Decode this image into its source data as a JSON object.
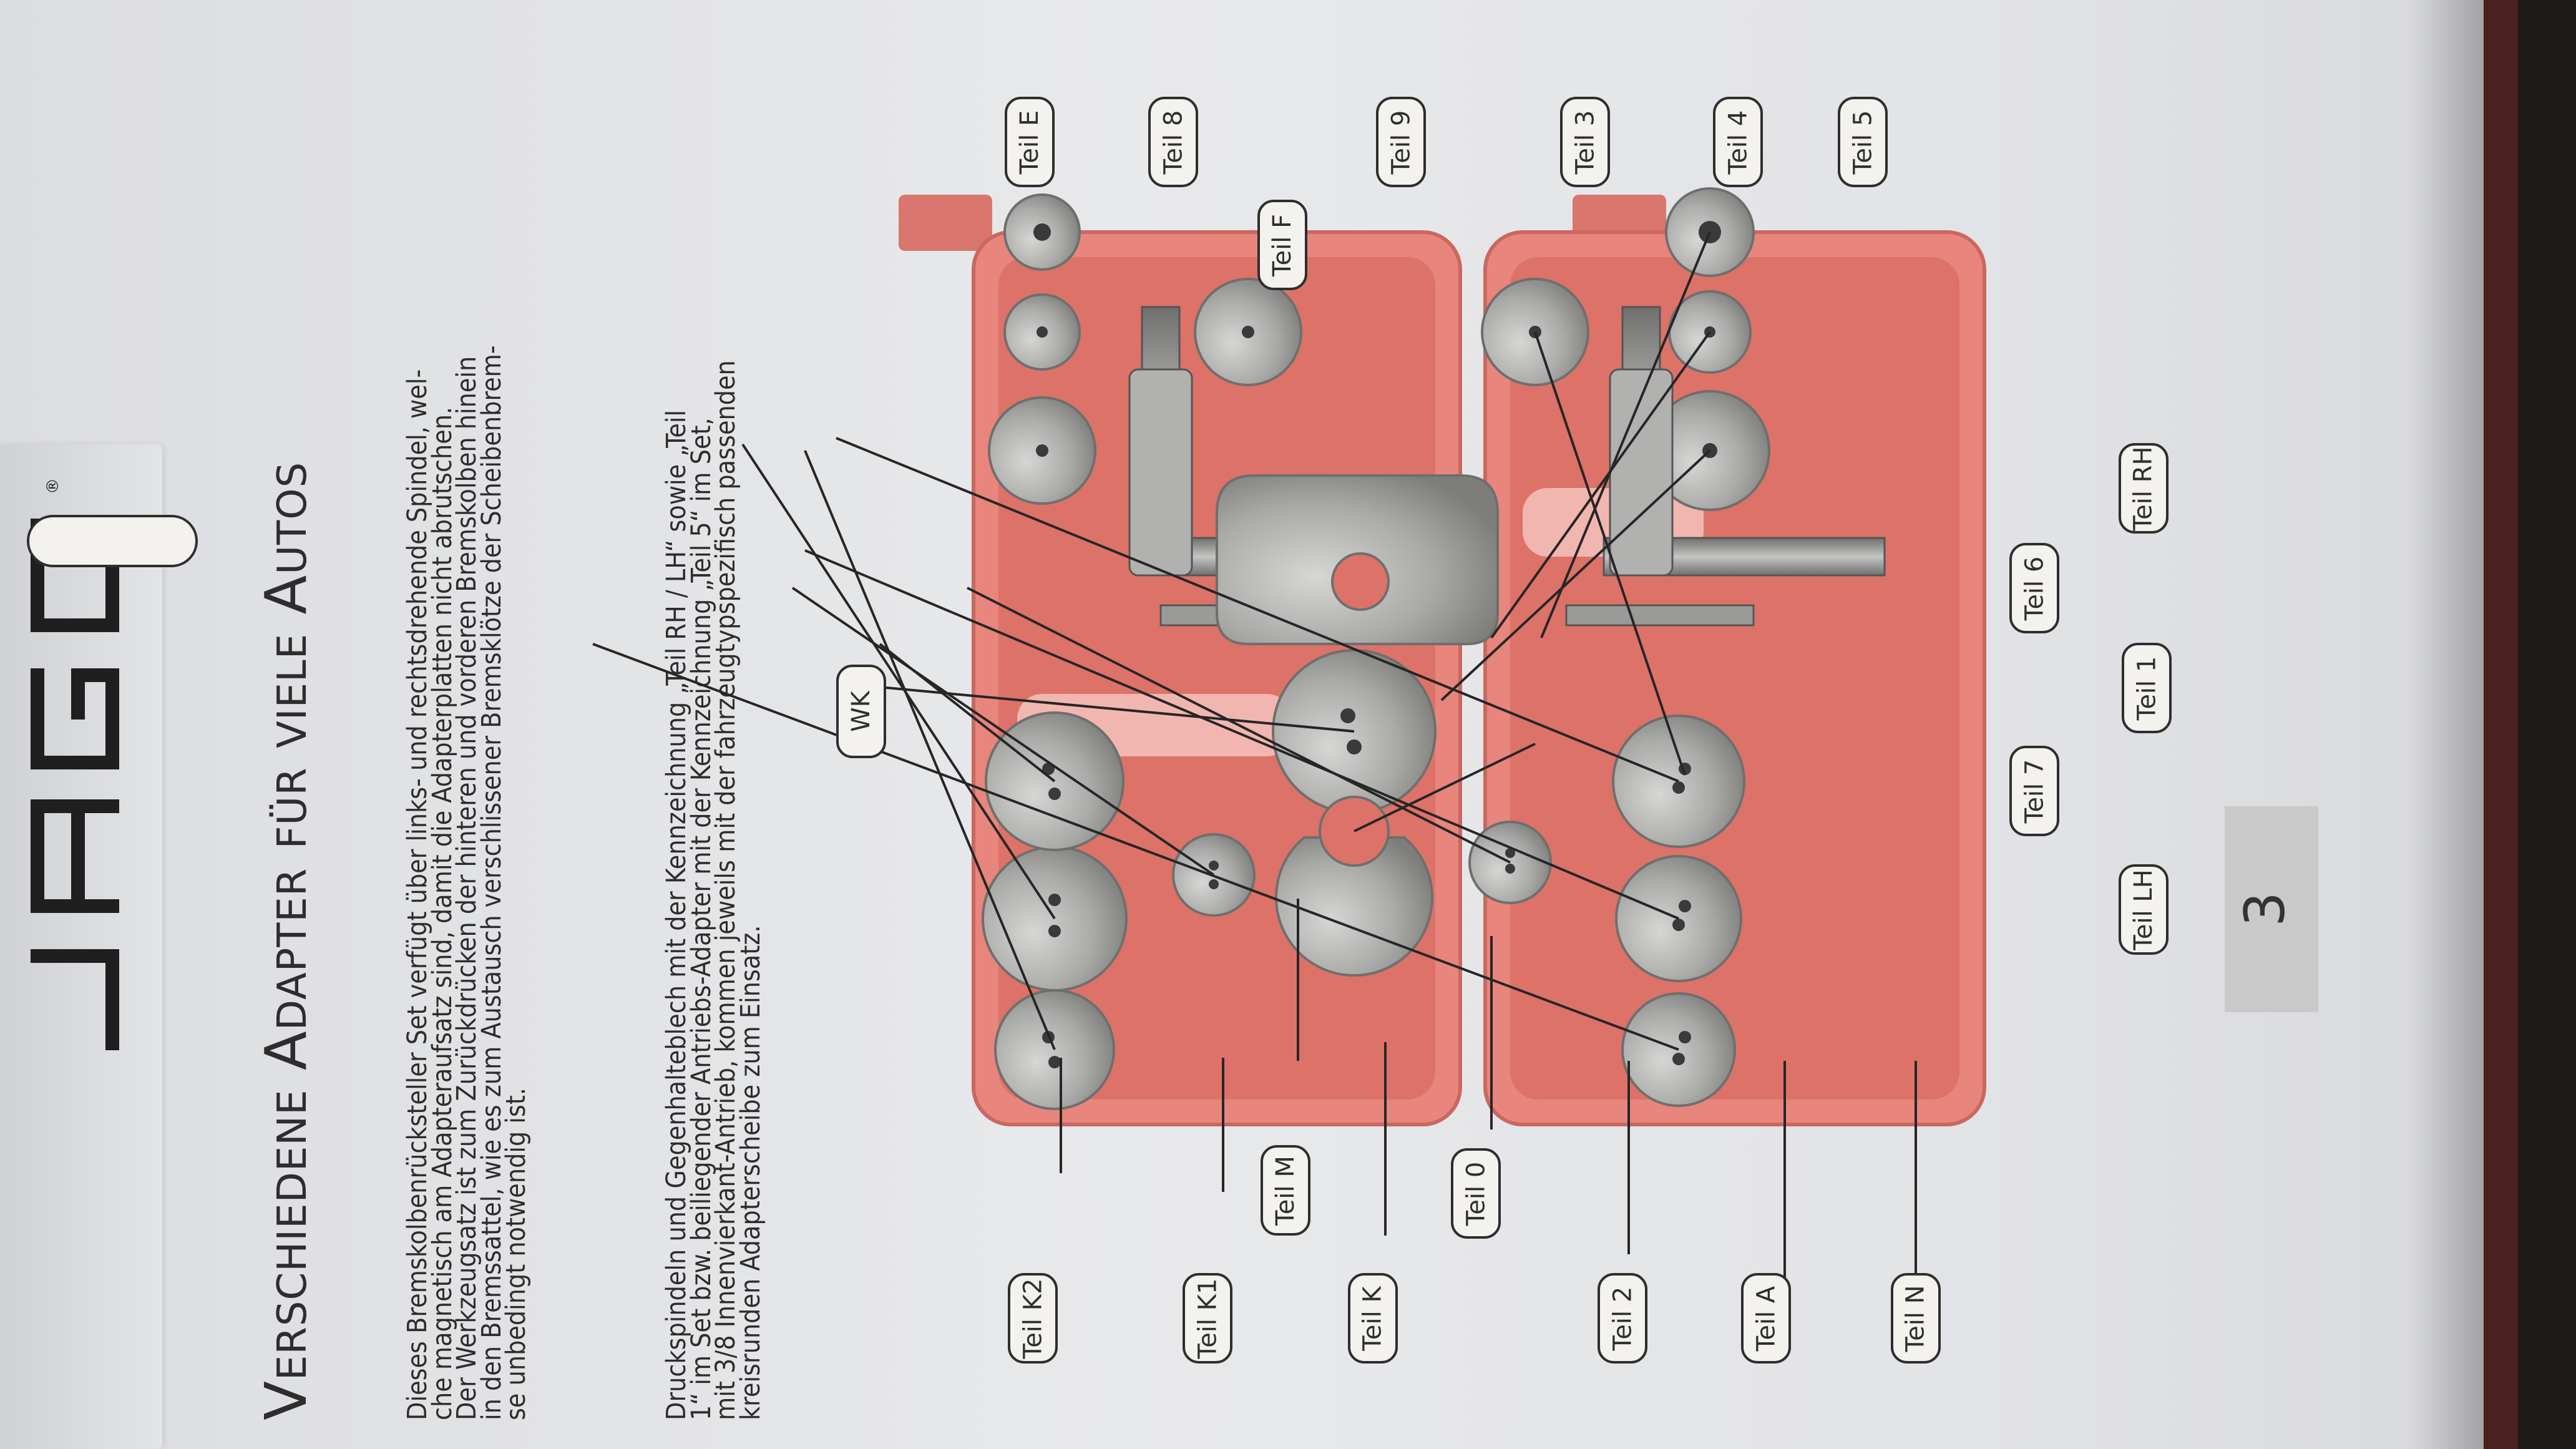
{
  "brand": {
    "name": "JAGO",
    "registered": "®"
  },
  "heading": "Verschiedene Adapter für viele Autos",
  "paragraph1": "Dieses Bremskolbenrücksteller Set verfügt über links- und rechtsdrehende Spindel, wel-\nche magnetisch am Adapteraufsatz sind, damit die Adapterplatten nicht abrutschen.\nDer Werkzeugsatz ist zum Zurückdrücken der hinteren und vorderen Bremskolben hinein\nin den Bremssattel, wie es zum Austausch verschlissener Bremsklötze der Scheibenbrem-\nse unbedingt notwendig ist.",
  "paragraph2": "Druckspindeln und Gegenhalteblech mit der Kennzeichnung „Teil RH / LH“ sowie „Teil\n1“ im Set bzw. beiliegender Antriebs-Adapter mit der Kennzeichnung „Teil 5“ im Set,\nmit 3/8 Innenvierkant-Antrieb, kommen jeweils mit der fahrzeugtypspezifisch passenden\nkreisrunden Adapterscheibe zum Einsatz.",
  "labels": {
    "teil_e": "Teil E",
    "teil_8": "Teil 8",
    "teil_f": "Teil F",
    "teil_9": "Teil 9",
    "teil_3": "Teil 3",
    "teil_4": "Teil 4",
    "teil_5": "Teil 5",
    "wk": "WK",
    "teil_rh": "Teil RH",
    "teil_6": "Teil 6",
    "teil_1": "Teil 1",
    "teil_7": "Teil 7",
    "teil_lh": "Teil LH",
    "teil_m": "Teil M",
    "teil_0": "Teil 0",
    "teil_k2": "Teil K2",
    "teil_k1": "Teil K1",
    "teil_k": "Teil K",
    "teil_2": "Teil 2",
    "teil_a": "Teil A",
    "teil_n": "Teil N"
  },
  "page_number": "3",
  "colors": {
    "case": "#e8857d",
    "tray": "#dd7269",
    "metal": "#a9aaa8",
    "paper": "#e6e7e9",
    "text": "#2d2d2d"
  }
}
